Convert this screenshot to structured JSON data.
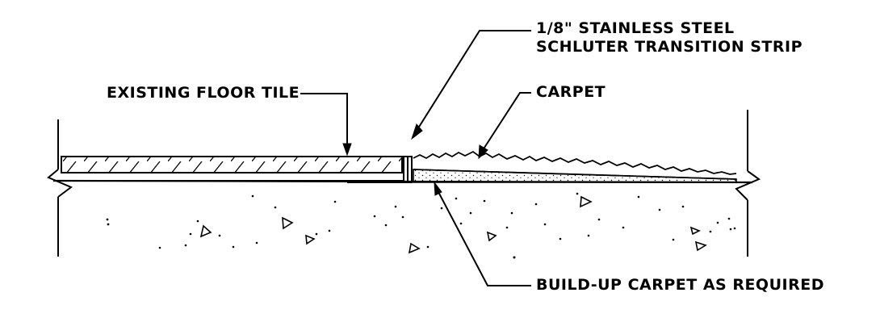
{
  "labels": {
    "transition_strip_line1": "1/8\" STAINLESS STEEL",
    "transition_strip_line2": "SCHLUTER TRANSITION STRIP",
    "existing_tile": "EXISTING FLOOR TILE",
    "carpet": "CARPET",
    "build_up": "BUILD-UP CARPET AS REQUIRED"
  },
  "colors": {
    "line": "#000000",
    "background": "#ffffff"
  }
}
